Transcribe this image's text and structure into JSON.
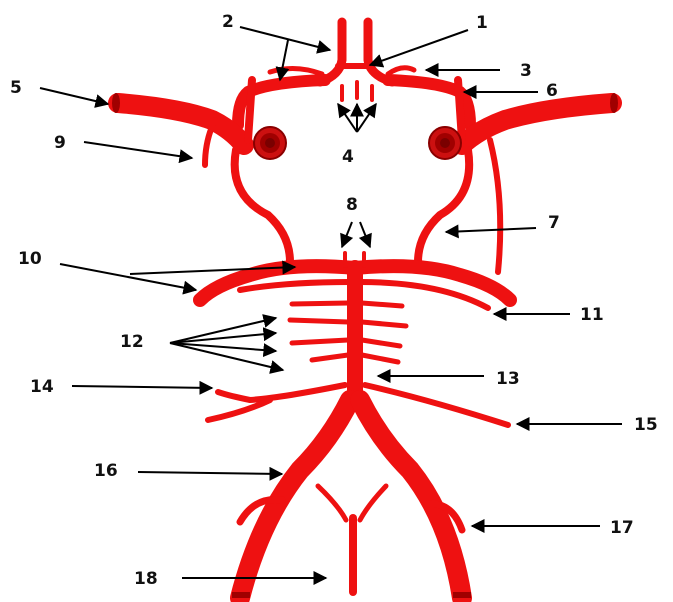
{
  "colors": {
    "artery": "#ee1111",
    "artery_dark": "#a00000",
    "outline": "#8a0000",
    "arrow": "#000000"
  },
  "labels": {
    "l1": "1",
    "l2": "2",
    "l3": "3",
    "l4": "4",
    "l5": "5",
    "l6": "6",
    "l7": "7",
    "l8": "8",
    "l9": "9",
    "l10": "10",
    "l11": "11",
    "l12": "12",
    "l13": "13",
    "l14": "14",
    "l15": "15",
    "l16": "16",
    "l17": "17",
    "l18": "18"
  }
}
